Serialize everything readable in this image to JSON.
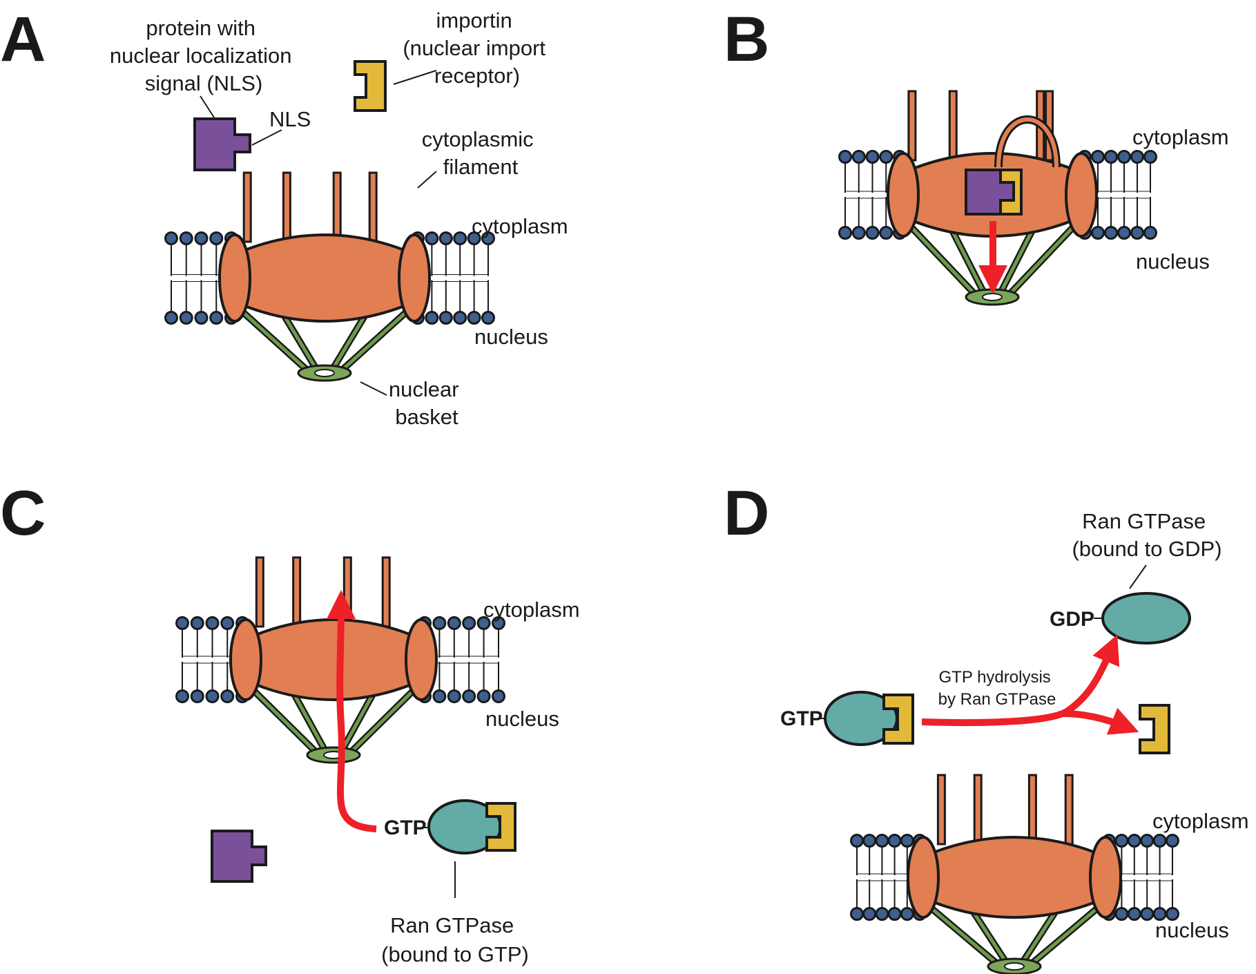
{
  "colors": {
    "pore": "#e17f53",
    "filament": "#e17f53",
    "basket": "#7da55a",
    "basket_strut": "#6d9a4a",
    "lipid_head": "#3e5f8f",
    "cargo": "#7a509b",
    "importin": "#e2b93a",
    "ran": "#62aba7",
    "arrow": "#ee2028",
    "outline": "#1a1a1a"
  },
  "panels": {
    "A": {
      "letter": "A",
      "cargo_label": [
        "protein with",
        "nuclear localization",
        "signal (NLS)"
      ],
      "nls_label": "NLS",
      "importin_label": [
        "importin",
        "(nuclear import",
        "receptor)"
      ],
      "filament_label": [
        "cytoplasmic",
        "filament"
      ],
      "cytoplasm": "cytoplasm",
      "nucleus": "nucleus",
      "basket_label": [
        "nuclear",
        "basket"
      ]
    },
    "B": {
      "letter": "B",
      "cytoplasm": "cytoplasm",
      "nucleus": "nucleus"
    },
    "C": {
      "letter": "C",
      "cytoplasm": "cytoplasm",
      "nucleus": "nucleus",
      "gtp": "GTP",
      "ran_label": [
        "Ran GTPase",
        "(bound to GTP)"
      ]
    },
    "D": {
      "letter": "D",
      "ran_label": [
        "Ran GTPase",
        "(bound to GDP)"
      ],
      "gdp": "GDP",
      "gtp": "GTP",
      "hydrolysis_label": [
        "GTP hydrolysis",
        "by Ran GTPase"
      ],
      "cytoplasm": "cytoplasm",
      "nucleus": "nucleus"
    }
  }
}
